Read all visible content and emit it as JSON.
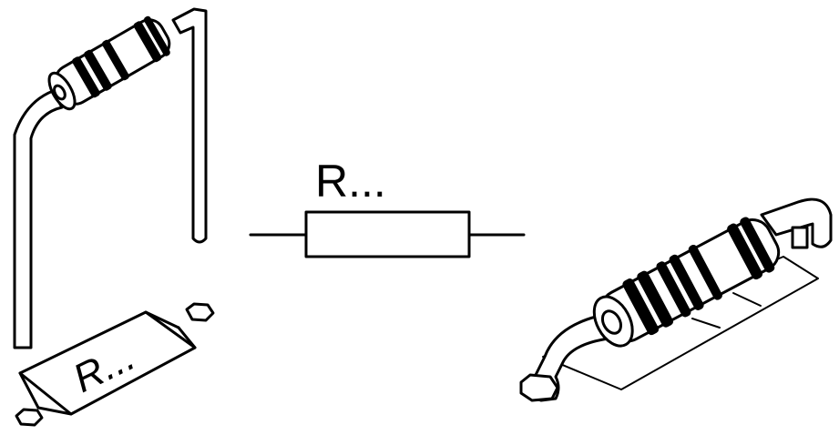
{
  "schematic": {
    "label": "R..."
  },
  "footprint": {
    "label": "R..."
  },
  "colors": {
    "ink": "#000000",
    "paper": "#ffffff"
  },
  "views": [
    "vertical-resistor-3d",
    "schematic-symbol",
    "pcb-footprint",
    "horizontal-resistor-3d"
  ]
}
